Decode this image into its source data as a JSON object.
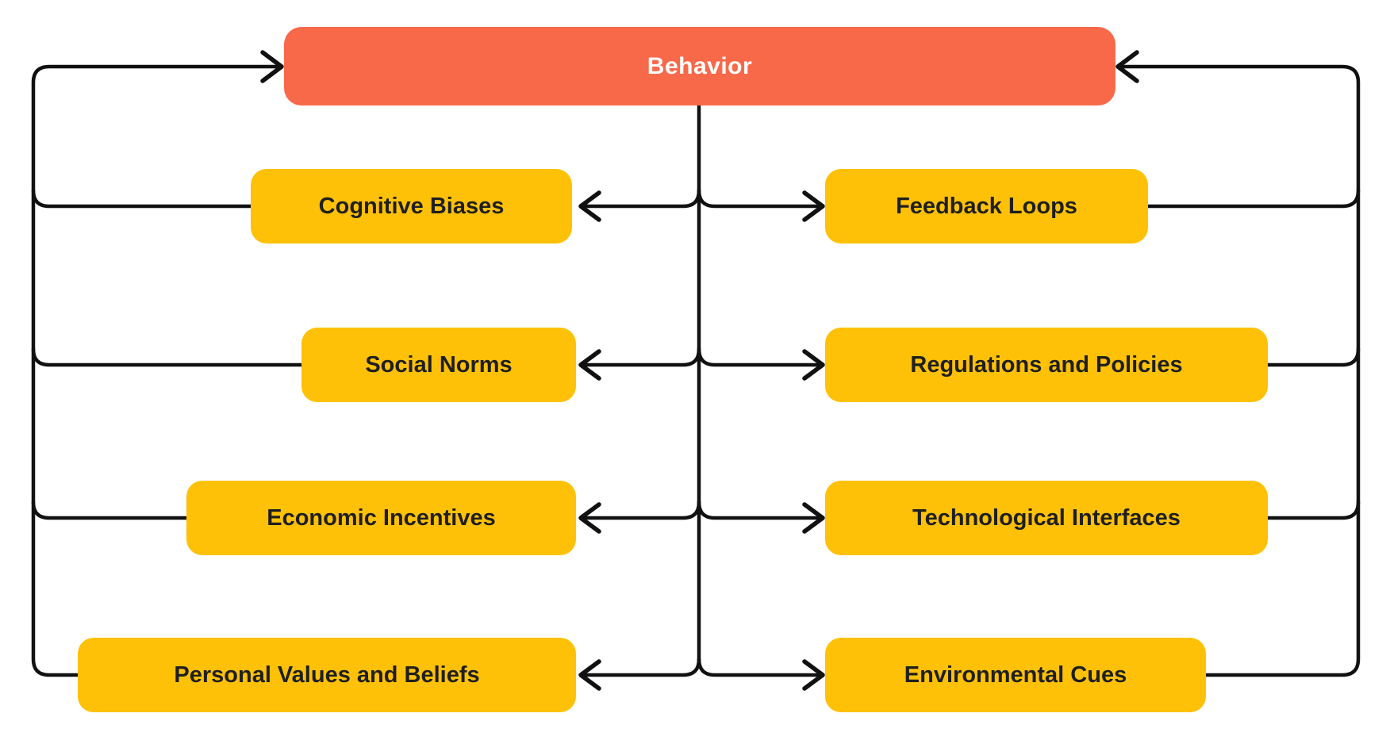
{
  "diagram": {
    "center_node": {
      "label": "Behavior"
    },
    "left_nodes": [
      {
        "label": "Cognitive Biases"
      },
      {
        "label": "Social Norms"
      },
      {
        "label": "Economic Incentives"
      },
      {
        "label": "Personal Values and Beliefs"
      }
    ],
    "right_nodes": [
      {
        "label": "Feedback Loops"
      },
      {
        "label": "Regulations and Policies"
      },
      {
        "label": "Technological Interfaces"
      },
      {
        "label": "Environmental Cues"
      }
    ]
  },
  "colors": {
    "center_node_fill": "#F8694A",
    "center_node_text": "#FFFFFF",
    "factor_node_fill": "#FFC107",
    "factor_node_text": "#1F1F1F",
    "connector": "#111111",
    "background": "#FFFFFF"
  }
}
